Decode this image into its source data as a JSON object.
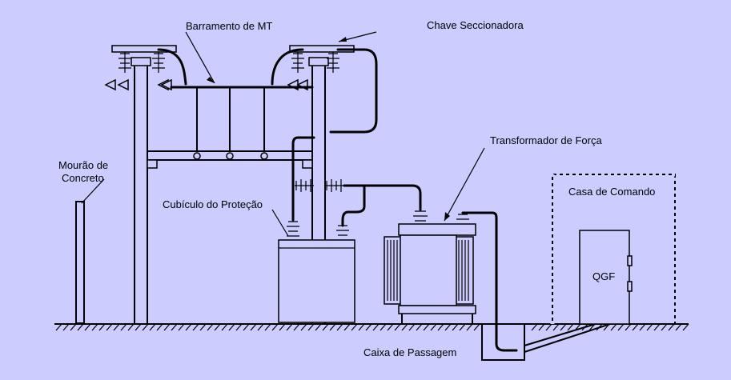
{
  "labels": {
    "busbar": "Barramento de MT",
    "disconnect_switch": "Chave Seccionadora",
    "concrete_post": [
      "Mourão de",
      "Concreto"
    ],
    "protection_cubicle": "Cubículo do Proteção",
    "power_transformer": "Transformador de Força",
    "control_house": "Casa de Comando",
    "panel": "QGF",
    "pass_box": "Caixa de Passagem"
  },
  "colors": {
    "background": "#ccccff",
    "ink": "#000000"
  }
}
